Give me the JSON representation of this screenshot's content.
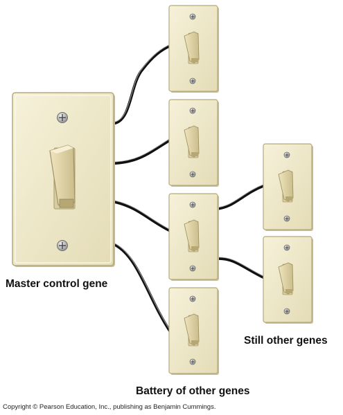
{
  "labels": {
    "master": "Master control gene",
    "battery": "Battery of other genes",
    "still_other": "Still other genes",
    "copyright": "Copyright © Pearson Education, Inc., publishing as Benjamin Cummings."
  },
  "colors": {
    "plate": "#ede6c6",
    "plate_edge": "#b5a97a",
    "toggle": "#e3d6a8",
    "wire": "#111111",
    "screw": "#8a8a8a"
  }
}
